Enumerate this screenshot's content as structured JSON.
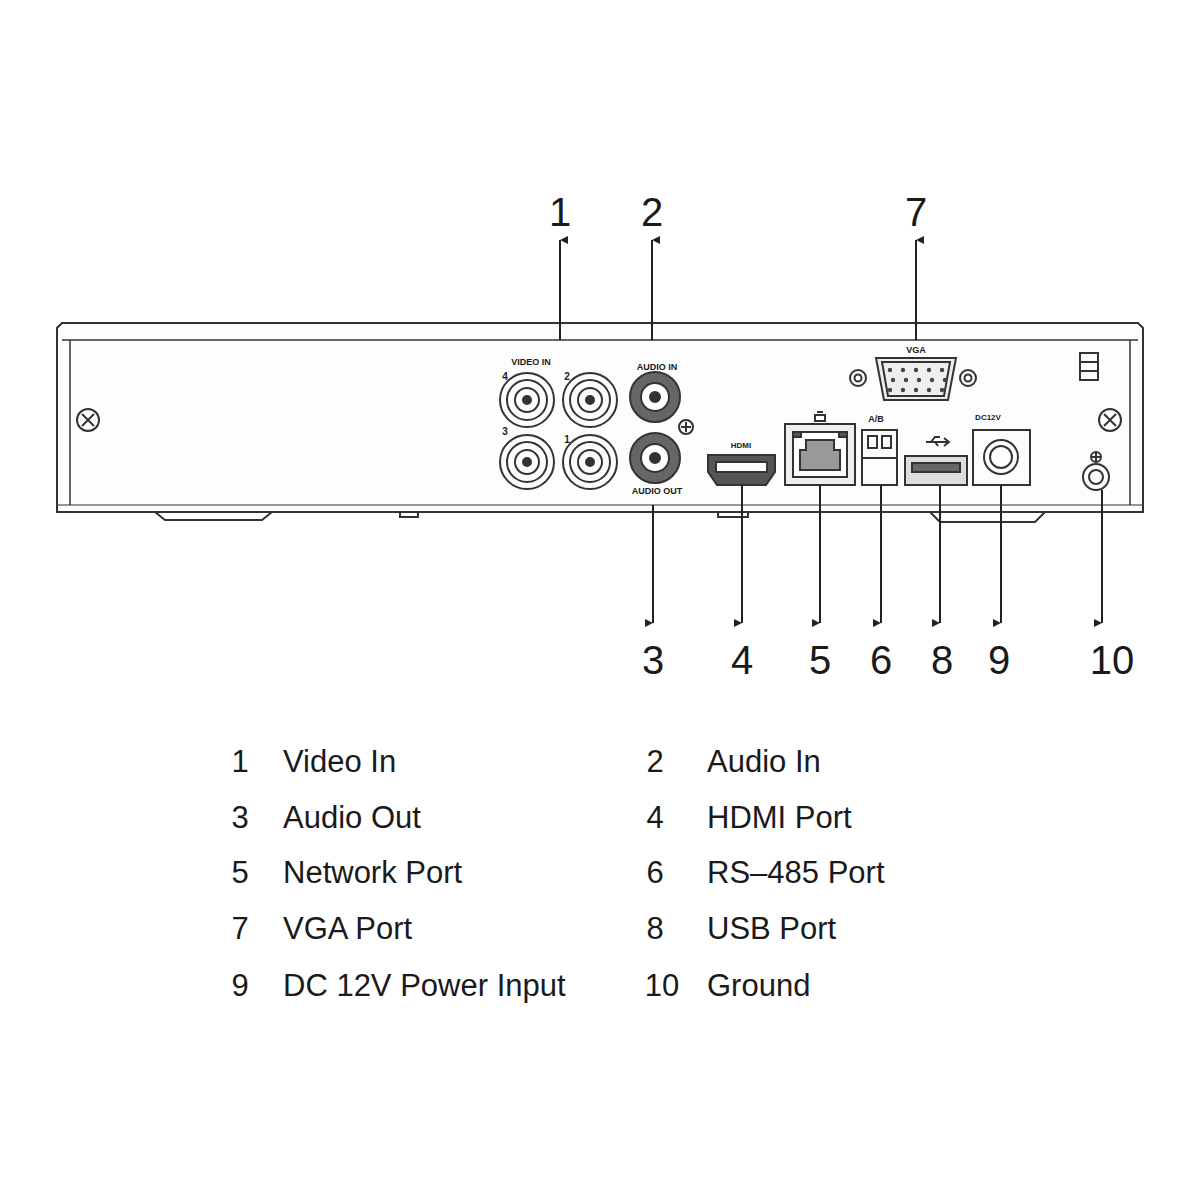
{
  "diagram": {
    "labels": [
      "VIDEO IN",
      "4",
      "2",
      "3",
      "1",
      "AUDIO IN",
      "AUDIO OUT",
      "VGA",
      "A/B",
      "DC12V",
      "HDMI",
      "1",
      "2",
      "7",
      "3",
      "4",
      "5",
      "6",
      "8",
      "9",
      "10",
      "1",
      "Video In",
      "2",
      "Audio In",
      "3",
      "Audio Out",
      "4",
      "HDMI Port",
      "5",
      "Network Port",
      "6",
      "RS–485 Port",
      "7",
      "VGA Port",
      "8",
      "USB Port",
      "9",
      "DC 12V Power Input",
      "10",
      "Ground"
    ]
  }
}
